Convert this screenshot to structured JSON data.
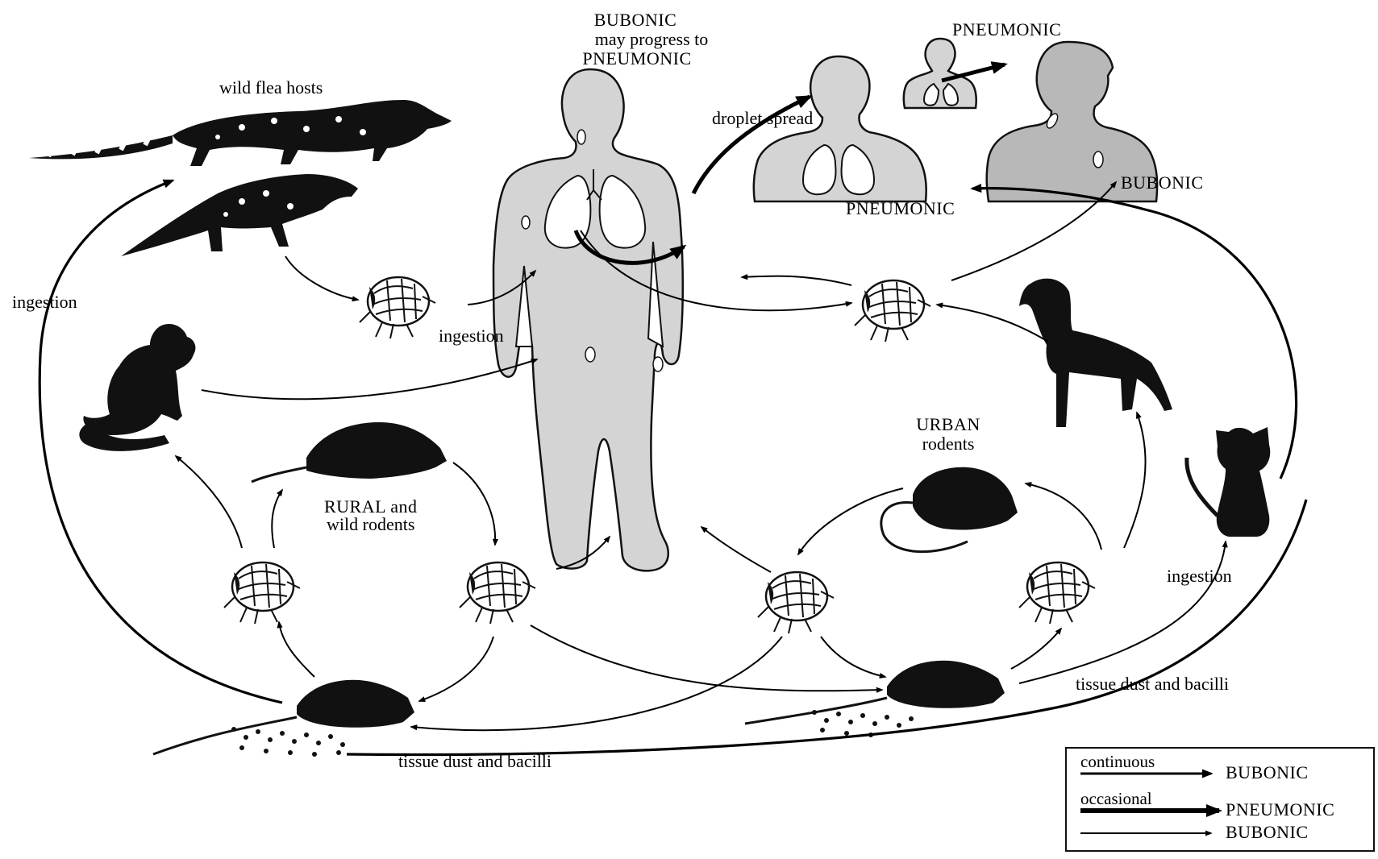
{
  "labels": {
    "wild_flea_hosts": "wild flea hosts",
    "bubonic_top_1": "BUBONIC",
    "bubonic_top_2": "may progress to",
    "bubonic_top_3": "PNEUMONIC",
    "droplet_spread": "droplet spread",
    "pneumonic_small": "PNEUMONIC",
    "pneumonic_mid": "PNEUMONIC",
    "bubonic_right": "BUBONIC",
    "ingestion_left": "ingestion",
    "ingestion_center": "ingestion",
    "ingestion_right": "ingestion",
    "rural_1": "RURAL and",
    "rural_2": "wild rodents",
    "urban_1": "URBAN",
    "urban_2": "rodents",
    "tissue_bottom": "tissue dust and bacilli",
    "tissue_right": "tissue dust and bacilli"
  },
  "legend": {
    "continuous": "continuous",
    "continuous_target": "BUBONIC",
    "occasional": "occasional",
    "occasional_target_1": "PNEUMONIC",
    "occasional_target_2": "BUBONIC"
  },
  "colors": {
    "body_gray": "#d4d4d4",
    "ink": "#111111",
    "background": "#ffffff"
  }
}
